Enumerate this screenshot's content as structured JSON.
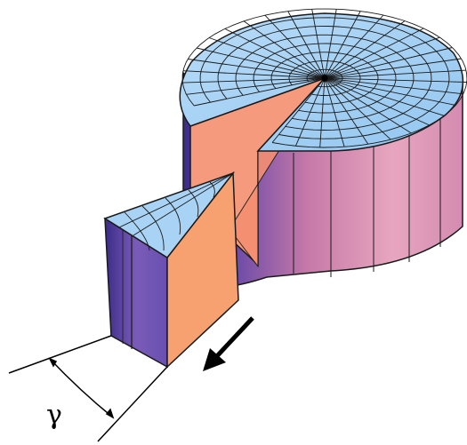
{
  "labels": {
    "angle": "γ"
  },
  "colors": {
    "top_face": "#a9d3f4",
    "top_face_shade": "#8ec4f0",
    "mesh_lines": "#1a1a1a",
    "side_light": "#e2a0b8",
    "side_mid": "#c77aa8",
    "side_dark": "#5a3fa0",
    "side_deep": "#3c2d8a",
    "cut_face": "#f59a7c",
    "cut_face_slice": "#f7a070",
    "arrow": "#000000"
  },
  "mesh": {
    "radial_segments": 32,
    "concentric_rings": 8,
    "wedge_removed_fraction": 0.125
  }
}
